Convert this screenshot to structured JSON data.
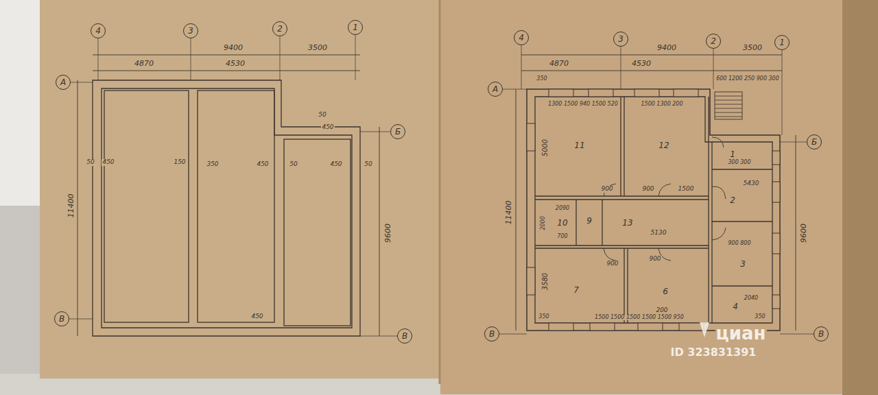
{
  "diagram": {
    "nodes": [
      {
        "text": [
          "4"
        ]
      },
      {
        "text": [
          "3"
        ]
      },
      {
        "text": [
          "2"
        ]
      },
      {
        "text": [
          "1"
        ]
      },
      {
        "text": [
          "А"
        ]
      },
      {
        "text": [
          "Б"
        ]
      },
      {
        "text": [
          "В"
        ]
      },
      {
        "text": [
          "В"
        ]
      },
      {
        "text": [
          "4"
        ]
      },
      {
        "text": [
          "3"
        ]
      },
      {
        "text": [
          "2"
        ]
      },
      {
        "text": [
          "1"
        ]
      },
      {
        "text": [
          "А"
        ]
      },
      {
        "text": [
          "Б"
        ]
      },
      {
        "text": [
          "В"
        ]
      },
      {
        "text": [
          "В"
        ]
      },
      {
        "text": [
          "11"
        ]
      },
      {
        "text": [
          "12"
        ]
      },
      {
        "text": [
          "1"
        ]
      },
      {
        "text": [
          "2"
        ]
      },
      {
        "text": [
          "10"
        ]
      },
      {
        "text": [
          "9"
        ]
      },
      {
        "text": [
          "13"
        ]
      },
      {
        "text": [
          "3"
        ]
      },
      {
        "text": [
          "7"
        ]
      },
      {
        "text": [
          "6"
        ]
      },
      {
        "text": [
          "4"
        ]
      }
    ],
    "labels": [
      "3500",
      "9400",
      "4870",
      "4530",
      "11400",
      "9600",
      "50",
      "450",
      "150",
      "350",
      "450",
      "50",
      "450",
      "50",
      "50",
      "450",
      "450",
      "3500",
      "9400",
      "4530",
      "4870",
      "600 1200 250 900 300",
      "350",
      "11400",
      "9600",
      "5000",
      "1300 1500 940 1500 520",
      "1500 1300 200",
      "900",
      "900",
      "1500",
      "300 300",
      "5430",
      "2000",
      "2090",
      "700",
      "5130",
      "900 800",
      "3580",
      "900",
      "900",
      "200",
      "2040",
      "350",
      "1500 1500 1500 1500 1500 950",
      "350",
      "циан",
      "ID 323831391"
    ]
  }
}
